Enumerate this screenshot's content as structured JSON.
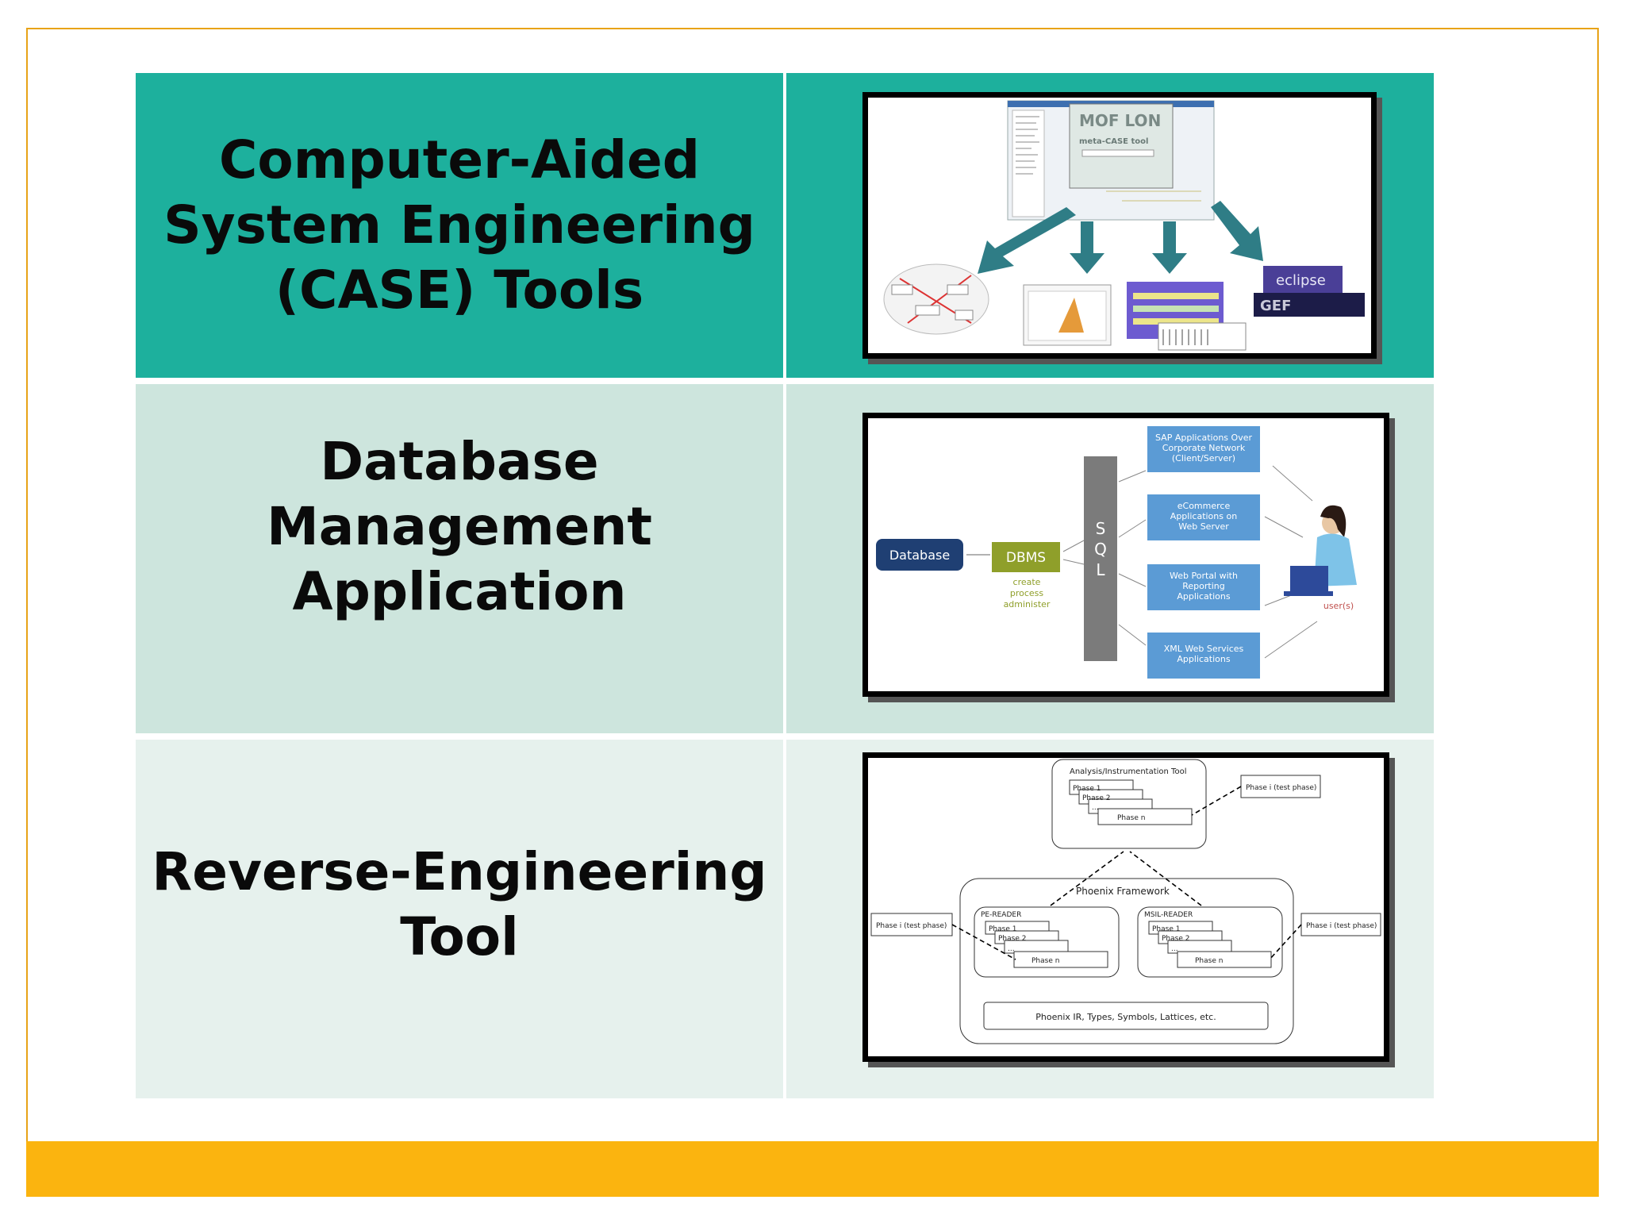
{
  "rows": [
    {
      "label": "Computer-Aided\nSystem Engineering\n(CASE) Tools",
      "picture": {
        "logo_text": "MOF LON",
        "logo_subtext": "meta-CASE tool",
        "eclipse_text": "eclipse",
        "gef_text": "GEF"
      }
    },
    {
      "label": "Database\nManagement\nApplication",
      "picture": {
        "database": "Database",
        "dbms": "DBMS",
        "dbms_sub": [
          "create",
          "process",
          "administer"
        ],
        "sql": [
          "S",
          "Q",
          "L"
        ],
        "apps": [
          [
            "SAP Applications Over",
            "Corporate Network",
            "(Client/Server)"
          ],
          [
            "eCommerce",
            "Applications on",
            "Web Server"
          ],
          [
            "Web Portal with",
            "Reporting",
            "Applications"
          ],
          [
            "XML Web Services",
            "Applications"
          ]
        ],
        "user": "user(s)"
      }
    },
    {
      "label": "Reverse-Engineering\nTool",
      "picture": {
        "analysis_tool": "Analysis/Instrumentation Tool",
        "phase_test": "Phase i (test phase)",
        "phases": [
          "Phase 1",
          "Phase 2",
          "...",
          "Phase n"
        ],
        "framework": "Phoenix Framework",
        "pe_reader": "PE-READER",
        "msil_reader": "MSIL-READER",
        "phoenix_ir": "Phoenix IR, Types, Symbols, Lattices, etc."
      }
    }
  ]
}
